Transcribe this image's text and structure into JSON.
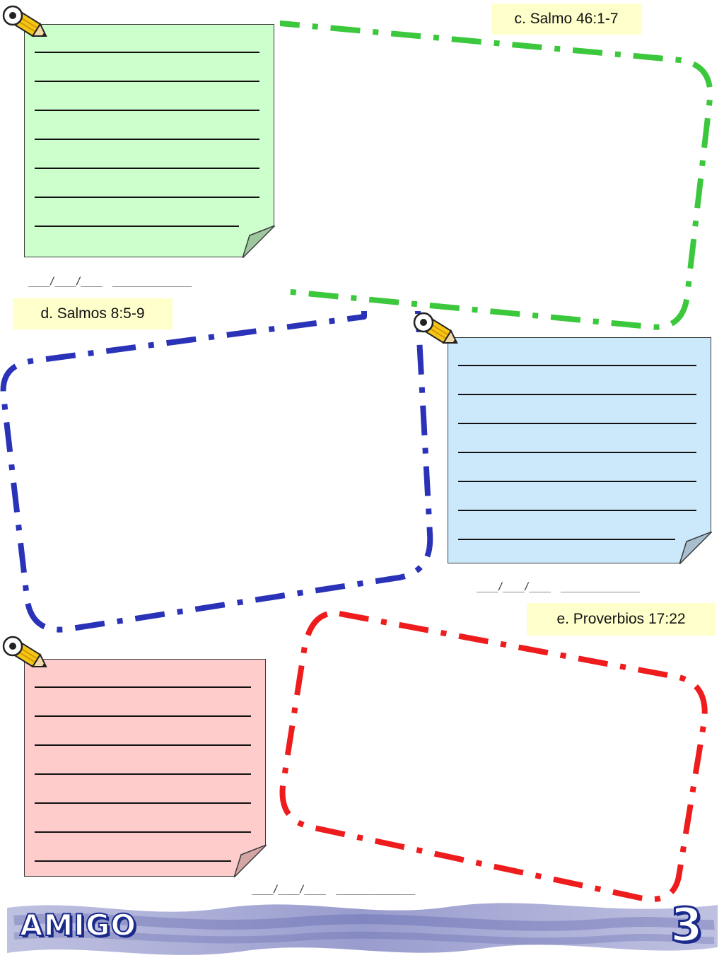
{
  "labels": {
    "c": "c. Salmo 46:1-7",
    "d": "d.  Salmos 8:5-9",
    "e": "e. Proverbios 17:22"
  },
  "date_blank": "____/____/____  _______________",
  "footer": {
    "brand": "AMIGO",
    "page_number": "3"
  },
  "colors": {
    "green_frame": "#3cc83c",
    "blue_frame": "#2a32b8",
    "red_frame": "#ee1c1c",
    "green_note": "#ccffcc",
    "blue_note": "#cce8fb",
    "red_note": "#ffcccc",
    "label_bg": "#ffffcc"
  },
  "icons": [
    "pencil-icon",
    "page-fold-icon"
  ]
}
